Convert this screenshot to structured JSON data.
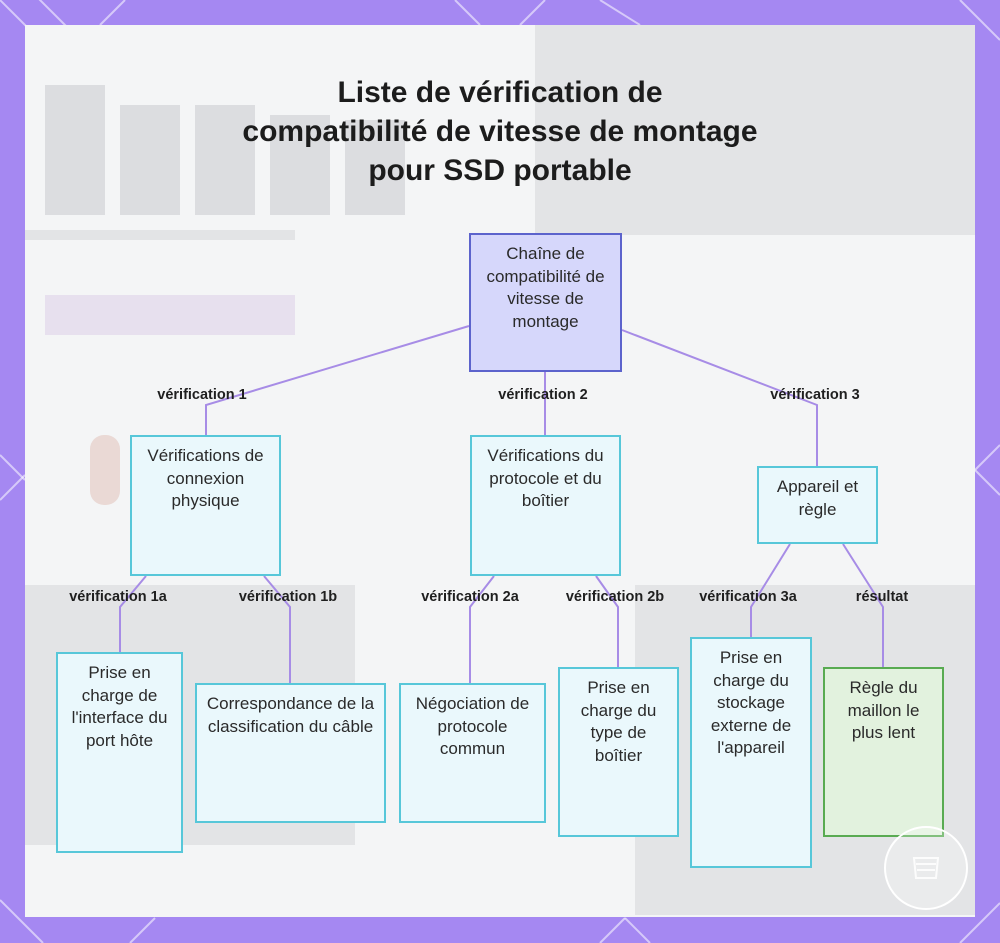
{
  "title": {
    "line1": "Liste de vérification de",
    "line2": "compatibilité de vitesse de montage",
    "line3": "pour SSD portable"
  },
  "nodes": {
    "root": "Chaîne de compatibilité de vitesse de montage",
    "check1": "Vérifications de connexion physique",
    "check2": "Vérifications du protocole et du boîtier",
    "check3": "Appareil et règle",
    "check1a": "Prise en charge de l'interface du port hôte",
    "check1b": "Correspondance de la classification du câble",
    "check2a": "Négociation de protocole commun",
    "check2b": "Prise en charge du type de boîtier",
    "check3a": "Prise en charge du stockage externe de l'appareil",
    "result": "Règle du maillon le plus lent"
  },
  "edges": {
    "e1": "vérification 1",
    "e2": "vérification 2",
    "e3": "vérification 3",
    "e1a": "vérification 1a",
    "e1b": "vérification 1b",
    "e2a": "vérification 2a",
    "e2b": "vérification 2b",
    "e3a": "vérification 3a",
    "eres": "résultat"
  },
  "colors": {
    "frame": "#a588f2",
    "edge": "#a78ce6",
    "root_fill": "#d6d7fb",
    "root_border": "#5c63cc",
    "node_fill": "#eaf8fc",
    "node_border": "#57c7d9",
    "result_fill": "#e2f2de",
    "result_border": "#59ab52"
  }
}
